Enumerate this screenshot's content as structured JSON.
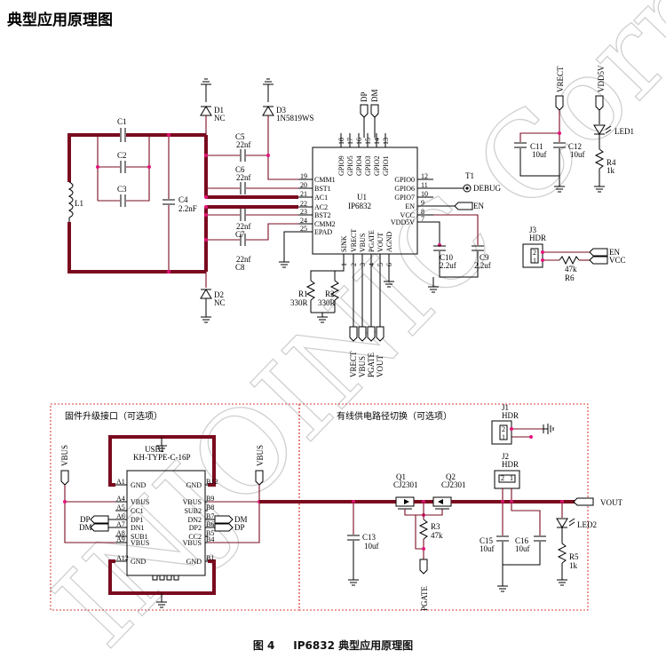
{
  "title": "典型应用原理图",
  "caption": {
    "fig": "图 4",
    "text": "IP6832 典型应用原理图"
  },
  "watermark": "INJOINIC Corp.",
  "u1": {
    "ref": "U1",
    "part": "IP6832",
    "left_pins": [
      {
        "num": "19",
        "name": "CMM1"
      },
      {
        "num": "20",
        "name": "BST1"
      },
      {
        "num": "21",
        "name": "AC1"
      },
      {
        "num": "22",
        "name": "AC2"
      },
      {
        "num": "23",
        "name": "BST2"
      },
      {
        "num": "24",
        "name": "CMM2"
      },
      {
        "num": "25",
        "name": "EPAD"
      }
    ],
    "right_pins": [
      {
        "num": "12",
        "name": "GPIO0"
      },
      {
        "num": "11",
        "name": "GPIO6"
      },
      {
        "num": "10",
        "name": "GPIO7"
      },
      {
        "num": "9",
        "name": "EN"
      },
      {
        "num": "8",
        "name": "VCC"
      },
      {
        "num": "7",
        "name": "VDD5V"
      }
    ],
    "top_pins": [
      {
        "num": "18",
        "name": "GPIO9"
      },
      {
        "num": "17",
        "name": "GPIO5"
      },
      {
        "num": "16",
        "name": "GPIO4"
      },
      {
        "num": "15",
        "name": "GPIO3"
      },
      {
        "num": "14",
        "name": "GPIO2"
      },
      {
        "num": "13",
        "name": "GPIO1"
      }
    ],
    "bottom_pins": [
      {
        "num": "1",
        "name": "SINK"
      },
      {
        "num": "2",
        "name": "VRECT"
      },
      {
        "num": "3",
        "name": "VBUS"
      },
      {
        "num": "4",
        "name": "PGATE"
      },
      {
        "num": "5",
        "name": "VOUT"
      },
      {
        "num": "6",
        "name": "AGND"
      }
    ]
  },
  "labels": {
    "c1": "C1",
    "c2": "C2",
    "c3": "C3",
    "c4": "C4",
    "c4v": "2.2nF",
    "l1": "L1",
    "d1": "D1",
    "d1v": "NC",
    "d2": "D2",
    "d2v": "NC",
    "d3": "D3",
    "d3v": "1N5819WS",
    "c5": "C5",
    "c5v": "22nf",
    "c6": "C6",
    "c6v": "22nf",
    "c7": "C7",
    "c7v": "22nf",
    "c8": "C8",
    "c8v": "22nf",
    "dp": "DP",
    "dm": "DM",
    "t1": "T1",
    "debug": "DEBUG",
    "en": "EN",
    "c10": "C10",
    "c10v": "2.2uf",
    "c9": "C9",
    "c9v": "2.2uf",
    "r1": "R1",
    "r1v": "330R",
    "r2": "R2",
    "r2v": "330R",
    "vrect": "VRECT",
    "vbus": "VBUS",
    "pgate": "PGATE",
    "vout": "VOUT",
    "c11": "C11",
    "c11v": "10uf",
    "c12": "C12",
    "c12v": "10uf",
    "vdd5v": "VDD5V",
    "led1": "LED1",
    "r4": "R4",
    "r4v": "1k",
    "j3": "J3",
    "j3t": "HDR",
    "p2": "2",
    "p1": "1",
    "r6": "R6",
    "r6v": "47k",
    "vcc": "VCC"
  },
  "bottom": {
    "sec1": "固件升级接口（可选项）",
    "sec2": "有线供电路径切换（可选项）",
    "usb1": "USB1",
    "usb_part": "KH-TYPE-C-16P",
    "usb_left": [
      {
        "pin": "A1",
        "name": "GND"
      },
      {
        "pin": "A4",
        "name": "VBUS"
      },
      {
        "pin": "A5",
        "name": "CC1"
      },
      {
        "pin": "A6",
        "name": "DP1"
      },
      {
        "pin": "A7",
        "name": "DN1"
      },
      {
        "pin": "A8",
        "name": "SUB1"
      },
      {
        "pin": "A9",
        "name": "VBUS"
      },
      {
        "pin": "A12",
        "name": "GND"
      }
    ],
    "usb_right": [
      {
        "pin": "B12",
        "name": "GND"
      },
      {
        "pin": "B9",
        "name": "VBUS"
      },
      {
        "pin": "B8",
        "name": "SUB2"
      },
      {
        "pin": "B7",
        "name": "DN2"
      },
      {
        "pin": "B6",
        "name": "DP2"
      },
      {
        "pin": "B5",
        "name": "CC2"
      },
      {
        "pin": "B4",
        "name": "VBUS"
      },
      {
        "pin": "B1",
        "name": "GND"
      }
    ],
    "vbus": "VBUS",
    "dp": "DP",
    "dm": "DM",
    "c13": "C13",
    "c13v": "10uf",
    "q1": "Q1",
    "q1p": "CJ2301",
    "q2": "Q2",
    "q2p": "CJ2301",
    "r3": "R3",
    "r3v": "47k",
    "pgate": "PGATE",
    "j1": "J1",
    "j1t": "HDR",
    "j2": "J2",
    "j2t": "HDR",
    "p2": "2",
    "p1": "1",
    "vout": "VOUT",
    "c15": "C15",
    "c15v": "10uf",
    "c16": "C16",
    "c16v": "10uf",
    "led2": "LED2",
    "r5": "R5",
    "r5v": "1k"
  }
}
